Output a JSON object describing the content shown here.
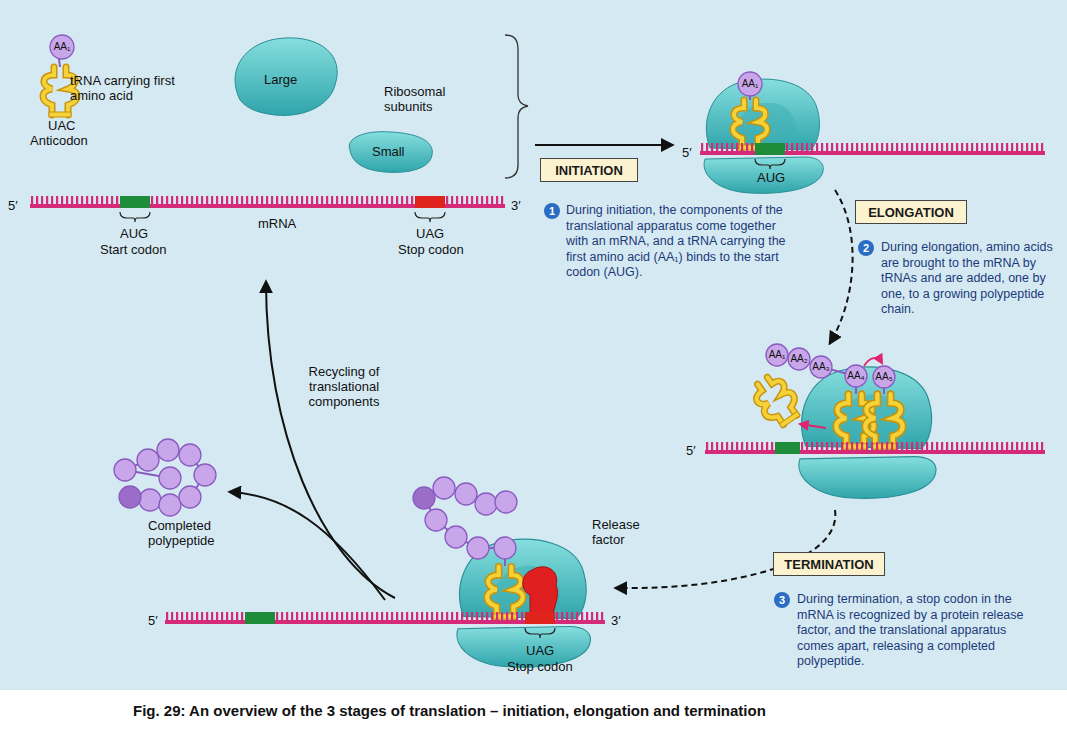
{
  "diagram": {
    "caption": "Fig. 29: An overview of the 3 stages of translation – initiation, elongation and termination",
    "nodes": [
      {
        "text": [
          "INITIATION"
        ]
      },
      {
        "text": [
          "ELONGATION"
        ]
      },
      {
        "text": [
          "TERMINATION"
        ]
      }
    ],
    "labels": [
      "AA₁",
      "tRNA carrying first amino acid",
      "UAC",
      "Anticodon",
      "Large",
      "Ribosomal subunits",
      "Small",
      "5′",
      "AUG",
      "Start codon",
      "mRNA",
      "UAG",
      "Stop codon",
      "3′",
      "1",
      "During initiation, the components of the translational apparatus come together with an mRNA, and a tRNA carrying the first amino acid (AA₁) binds to the start codon (AUG).",
      "AA₁",
      "5′",
      "AUG",
      "2",
      "During elongation, amino acids are brought to the mRNA by tRNAs and are added, one by one, to a growing polypeptide chain.",
      "AA₁",
      "AA₂",
      "AA₃",
      "AA₄",
      "AA₅",
      "5′",
      "3",
      "During termination, a stop codon in the mRNA is recognized by a protein release factor, and the translational apparatus comes apart, releasing a completed polypeptide.",
      "Release factor",
      "5′",
      "3′",
      "UAG",
      "Stop codon",
      "Recycling of translational components",
      "Completed polypeptide"
    ]
  }
}
